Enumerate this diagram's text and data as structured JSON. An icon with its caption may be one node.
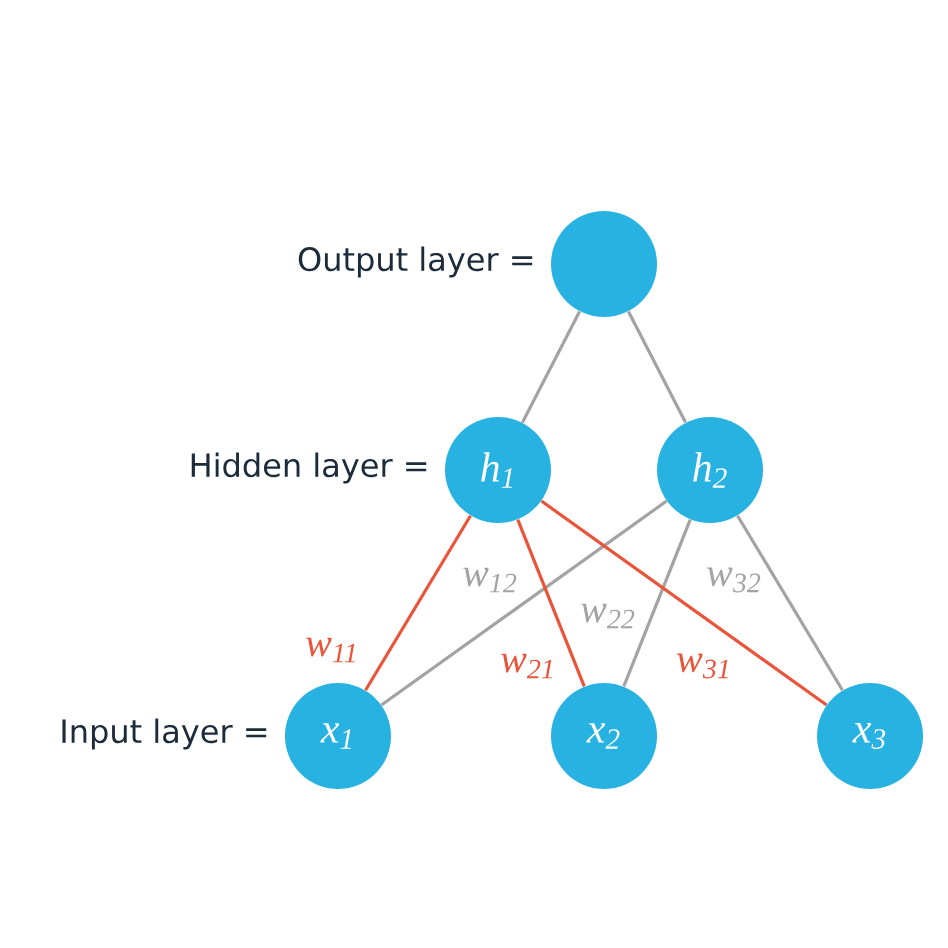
{
  "diagram": {
    "nodes": [
      {
        "text": [],
        "shape": "circle",
        "beside": [
          "Output layer ="
        ]
      },
      {
        "text": [
          "h$_{1}$"
        ],
        "beside": [
          "Hidden layer ="
        ]
      },
      {
        "text": [
          "h$_{2}$"
        ]
      },
      {
        "text": [
          "x$_{1}$"
        ],
        "beside": [
          "Input layer ="
        ]
      },
      {
        "text": [
          "x$_{2}$"
        ]
      },
      {
        "text": [
          "x$_{3}$"
        ]
      }
    ],
    "edges": [
      {
        "from": 0,
        "to": 1,
        "arrow": "none"
      },
      {
        "from": 0,
        "to": 2,
        "arrow": "none"
      },
      {
        "from": 1,
        "to": 3,
        "arrow": "none",
        "label": "w$_{11}$",
        "color": "#e8553a"
      },
      {
        "from": 2,
        "to": 3,
        "arrow": "none",
        "label": "w$_{12}$"
      },
      {
        "from": 1,
        "to": 4,
        "arrow": "none",
        "label": "w$_{21}$",
        "color": "#e8553a"
      },
      {
        "from": 2,
        "to": 4,
        "arrow": "none",
        "label": "w$_{22}$"
      },
      {
        "from": 1,
        "to": 5,
        "arrow": "none",
        "label": "w$_{31}$",
        "color": "#e8553a"
      },
      {
        "from": 2,
        "to": 5,
        "arrow": "none",
        "label": "w$_{32}$"
      }
    ]
  }
}
